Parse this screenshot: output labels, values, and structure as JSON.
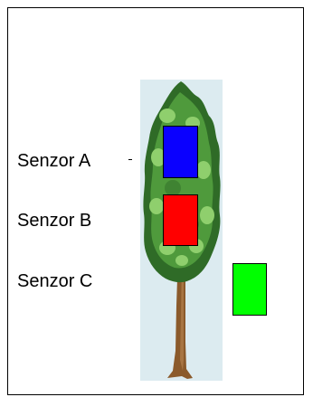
{
  "sensors": {
    "a": {
      "label": "Senzor A",
      "color": "#0a00ff"
    },
    "b": {
      "label": "Senzor B",
      "color": "#ff0000"
    },
    "c": {
      "label": "Senzor C",
      "color": "#00ff00"
    }
  },
  "tree": {
    "sky_color": "#dcebf0",
    "foliage_dark": "#2f6b27",
    "foliage_mid": "#4f9a3c",
    "foliage_light": "#8fcf6d",
    "trunk_color": "#8b5a2b"
  }
}
